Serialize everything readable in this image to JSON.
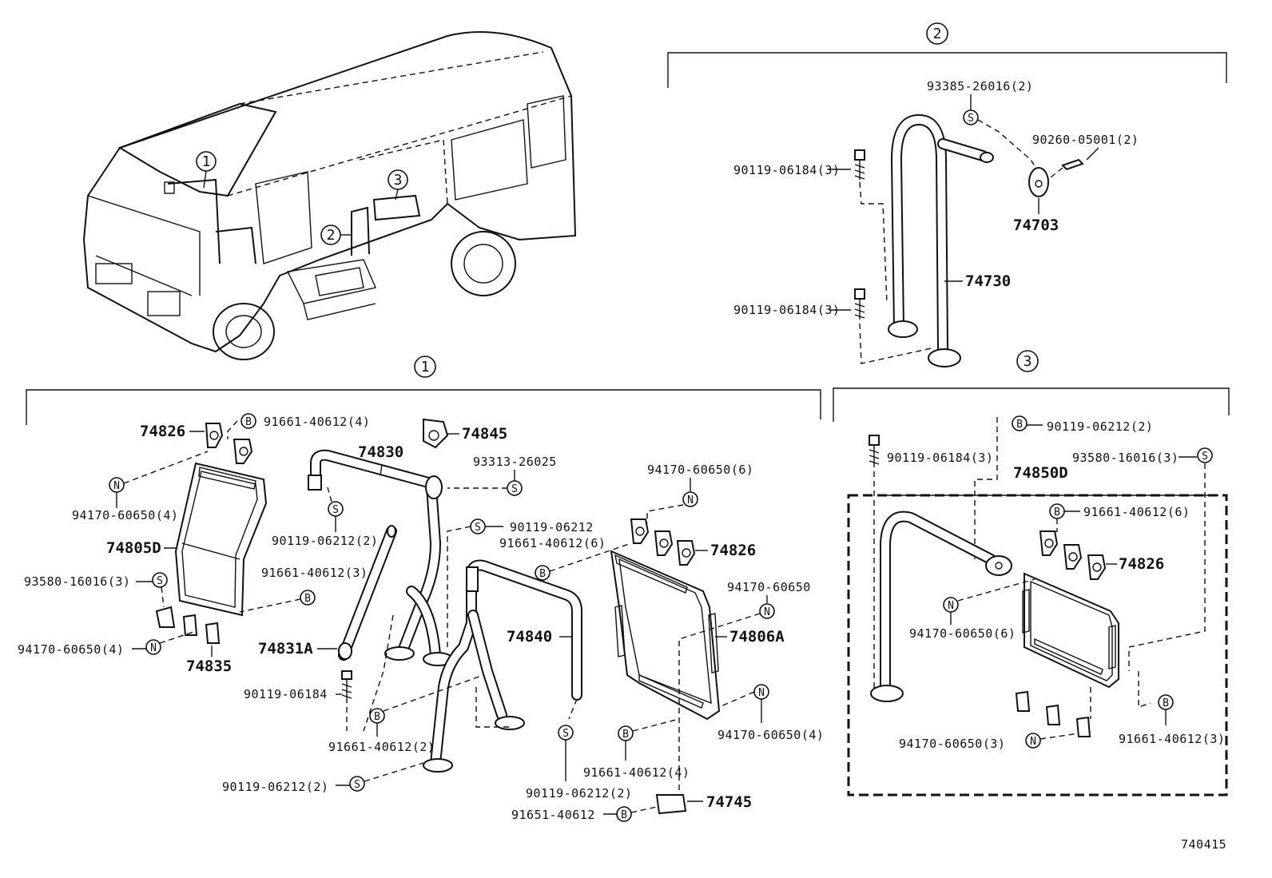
{
  "diagram": {
    "colors": {
      "ink": "#111111",
      "paper": "#ffffff"
    },
    "section_markers": {
      "one": "1",
      "two": "2",
      "three": "3"
    },
    "overview": {
      "marker_1": "1",
      "marker_2": "2",
      "marker_3": "3"
    },
    "symbols": {
      "S": "S",
      "B": "B",
      "N": "N"
    },
    "section2": {
      "p93385": "93385-26016(2)",
      "p90260": "90260-05001(2)",
      "p90119_top": "90119-06184(3)",
      "p90119_bot": "90119-06184(3)",
      "r74703": "74703",
      "r74730": "74730"
    },
    "section1": {
      "r74826_a": "74826",
      "p91661_4a": "91661-40612(4)",
      "r74845": "74845",
      "r74830": "74830",
      "p93313": "93313-26025",
      "p94170_4a": "94170-60650(4)",
      "p90119_06212_2a": "90119-06212(2)",
      "r74805D": "74805D",
      "p91661_3": "91661-40612(3)",
      "p90119_06212": "90119-06212",
      "p91661_6": "91661-40612(6)",
      "p94170_6": "94170-60650(6)",
      "r74826_b": "74826",
      "p93580_3": "93580-16016(3)",
      "p94170_single": "94170-60650",
      "p94170_4b": "94170-60650(4)",
      "r74835": "74835",
      "r74831A": "74831A",
      "r74840": "74840",
      "r74806A": "74806A",
      "p90119_06184": "90119-06184",
      "p91661_2": "91661-40612(2)",
      "p94170_4c": "94170-60650(4)",
      "p91661_4b": "91661-40612(4)",
      "p90119_06212_2b": "90119-06212(2)",
      "p90119_06212_2c": "90119-06212(2)",
      "p91651": "91651-40612",
      "r74745": "74745"
    },
    "section3": {
      "p90119_06212_2": "90119-06212(2)",
      "p90119_06184_3": "90119-06184(3)",
      "p93580_3": "93580-16016(3)",
      "r74850D": "74850D",
      "p91661_6": "91661-40612(6)",
      "r74826": "74826",
      "p94170_6": "94170-60650(6)",
      "p94170_3": "94170-60650(3)",
      "p91661_3": "91661-40612(3)"
    },
    "figure_code": "740415"
  }
}
